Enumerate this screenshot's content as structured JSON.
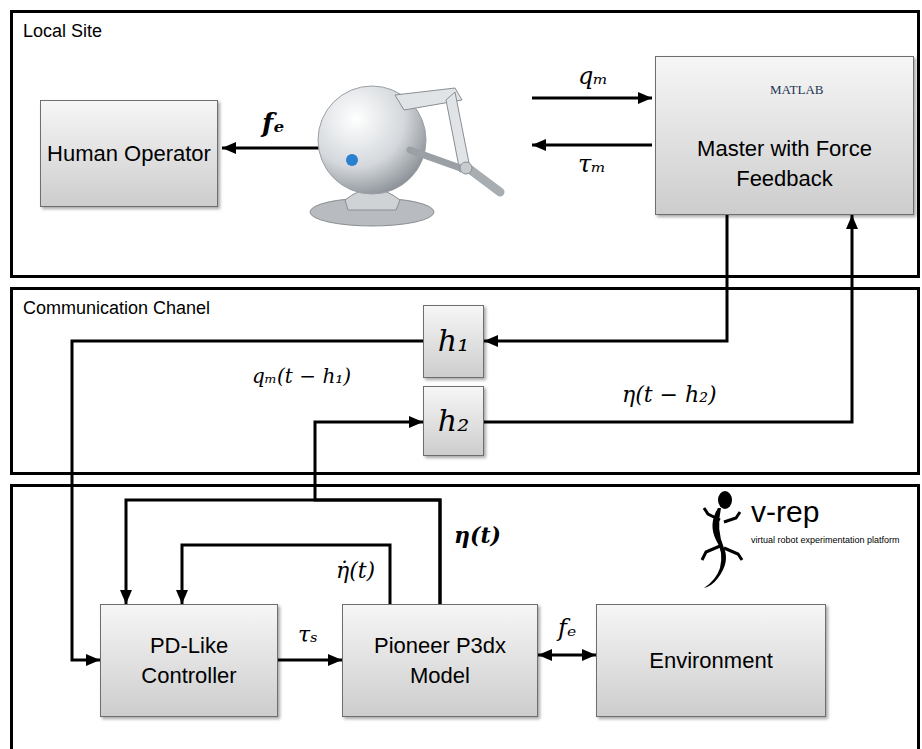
{
  "diagram": {
    "nodes": [
      {
        "text": [
          "Local Site"
        ]
      },
      {
        "text": [
          "Human Operator"
        ],
        "in": 0
      },
      {
        "text": [
          "Master with Force Feedback"
        ],
        "in": 0
      },
      {
        "text": [
          "Communication Chanel"
        ]
      },
      {
        "text": [
          "h₁"
        ],
        "in": 3
      },
      {
        "text": [
          "h₂"
        ],
        "in": 3
      },
      {
        "text": [
          "v-rep",
          "virtual robot experimentation platform"
        ]
      },
      {
        "text": [
          "PD-Like Controller"
        ],
        "in": 6
      },
      {
        "text": [
          "Pioneer P3dx Model"
        ],
        "in": 6
      },
      {
        "text": [
          "Environment"
        ],
        "in": 6
      }
    ],
    "edges": [
      {
        "from": 2,
        "to": 4,
        "arrow": "to"
      },
      {
        "from": 4,
        "to": 7,
        "label": "qₘ(t − h₁)",
        "arrow": "to"
      },
      {
        "from": 8,
        "to": 5,
        "label": "η(t)",
        "arrow": "to"
      },
      {
        "from": 8,
        "to": 7,
        "arrow": "to"
      },
      {
        "from": 5,
        "to": 2,
        "label": "η(t − h₂)",
        "arrow": "to"
      },
      {
        "from": 8,
        "to": 7,
        "label": "η̇(t)",
        "arrow": "to"
      },
      {
        "from": 7,
        "to": 8,
        "label": "τₛ",
        "arrow": "to"
      },
      {
        "from": 8,
        "to": 9,
        "label": "fₑ",
        "arrow": "both"
      }
    ],
    "labels": [
      "fₑ",
      "qₘ",
      "τₘ",
      "MATLAB"
    ]
  }
}
